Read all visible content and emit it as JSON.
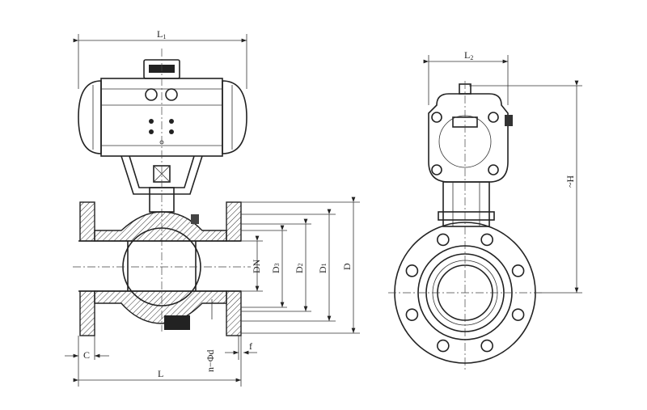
{
  "drawing": {
    "front_view": {
      "dimensions": {
        "overall_actuator_length": "L",
        "overall_actuator_length_sub": "1",
        "face_to_face_length": "L",
        "flange_offset": "C",
        "bolt_holes": "n−Φd",
        "raised_face": "f",
        "nominal_diameter": "DN",
        "d3": "D",
        "d3_sub": "3",
        "d2": "D",
        "d2_sub": "2",
        "d1": "D",
        "d1_sub": "1",
        "outer_diameter": "D"
      }
    },
    "side_view": {
      "dimensions": {
        "actuator_width": "L",
        "actuator_width_sub": "2",
        "height": "~H"
      }
    }
  }
}
